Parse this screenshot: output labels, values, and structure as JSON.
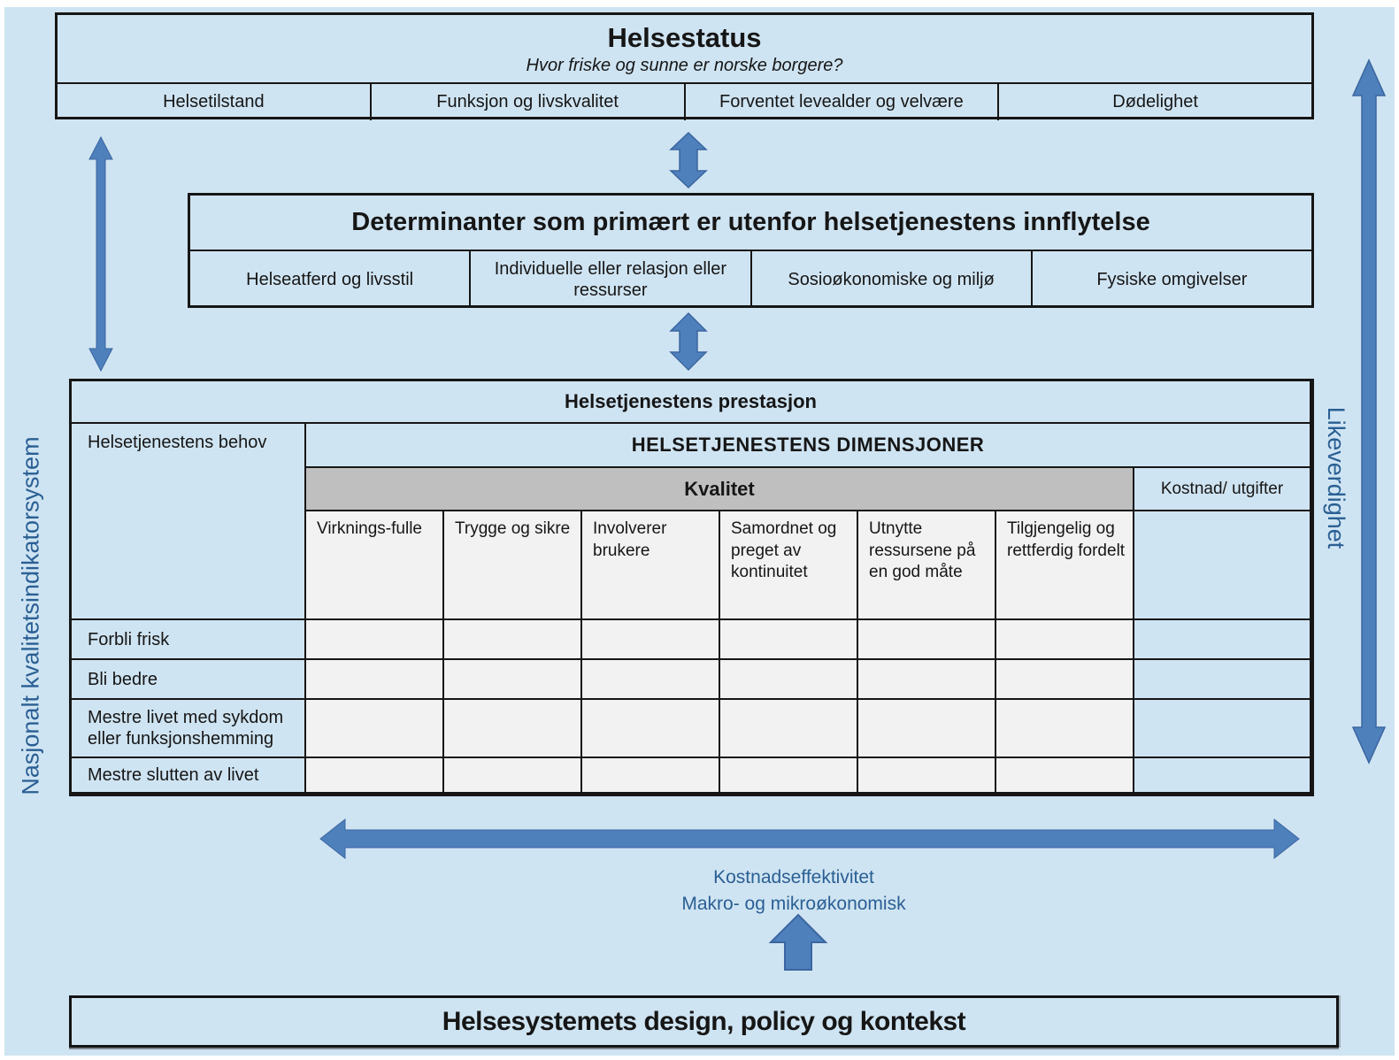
{
  "colors": {
    "background": "#cfe4f2",
    "arrow_fill": "#4e80bc",
    "arrow_stroke": "#3b66a0",
    "quality_band_gray": "#bfbfbf",
    "matrix_cell_fill": "#f2f2f2",
    "blue_label_text": "#2a5f94",
    "border_black": "#161616"
  },
  "helsestatus": {
    "title": "Helsestatus",
    "subtitle": "Hvor friske og sunne er norske borgere?",
    "columns": [
      "Helsetilstand",
      "Funksjon og livskvalitet",
      "Forventet levealder og velvære",
      "Dødelighet"
    ]
  },
  "determinanter": {
    "title": "Determinanter som primært er utenfor helsetjenestens innflytelse",
    "columns": [
      "Helseatferd og livsstil",
      "Individuelle eller relasjon eller ressurser",
      "Sosioøkonomiske og miljø",
      "Fysiske omgivelser"
    ]
  },
  "performance_table": {
    "title": "Helsetjenestens prestasjon",
    "needs_header": "Helsetjenestens behov",
    "dimensions_header": "HELSETJENESTENS DIMENSJONER",
    "quality_header": "Kvalitet",
    "cost_header": "Kostnad/ utgifter",
    "quality_columns": [
      "Virknings-fulle",
      "Trygge og sikre",
      "Involverer brukere",
      "Samordnet og preget av kontinuitet",
      "Utnytte ressursene på en god måte",
      "Tilgjengelig og rettferdig fordelt"
    ],
    "rows": [
      "Forbli frisk",
      "Bli bedre",
      "Mestre livet med sykdom eller funksjonshemming",
      "Mestre slutten av livet"
    ]
  },
  "left_label": "Nasjonalt kvalitetsindikatorsystem",
  "right_label": "Likeverdighet",
  "economy": {
    "line1": "Kostnadseffektivitet",
    "line2": "Makro- og mikroøkonomisk"
  },
  "bottom_box": {
    "title": "Helsesystemets design, policy og kontekst"
  }
}
